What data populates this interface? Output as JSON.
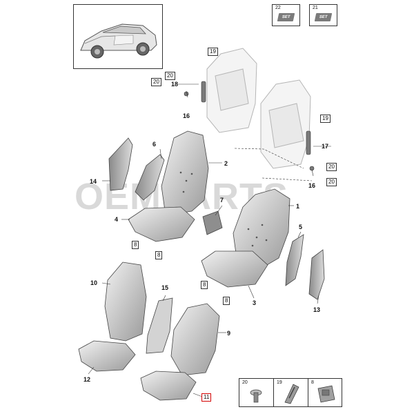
{
  "watermark": {
    "text": "OEMPARTS"
  },
  "set_badges": [
    {
      "number": "22",
      "badge": "SET"
    },
    {
      "number": "21",
      "badge": "SET"
    }
  ],
  "callouts": {
    "c1": "1",
    "c2": "2",
    "c3": "3",
    "c4": "4",
    "c5": "5",
    "c6": "6",
    "c7": "7",
    "c9": "9",
    "c10": "10",
    "c12": "12",
    "c13": "13",
    "c14": "14",
    "c15": "15",
    "c16a": "16",
    "c16b": "16",
    "c17": "17",
    "c18": "18"
  },
  "boxed": {
    "b19": "19",
    "b19b": "19",
    "b20a": "20",
    "b20b": "20",
    "b20c": "20",
    "b20d": "20",
    "b8a": "8",
    "b8b": "8",
    "b8c": "8",
    "b8d": "8",
    "b11": "11"
  },
  "legend": [
    {
      "number": "20",
      "icon": "screw-icon"
    },
    {
      "number": "19",
      "icon": "clip-icon"
    },
    {
      "number": "8",
      "icon": "bracket-icon"
    }
  ],
  "highlight": "11"
}
